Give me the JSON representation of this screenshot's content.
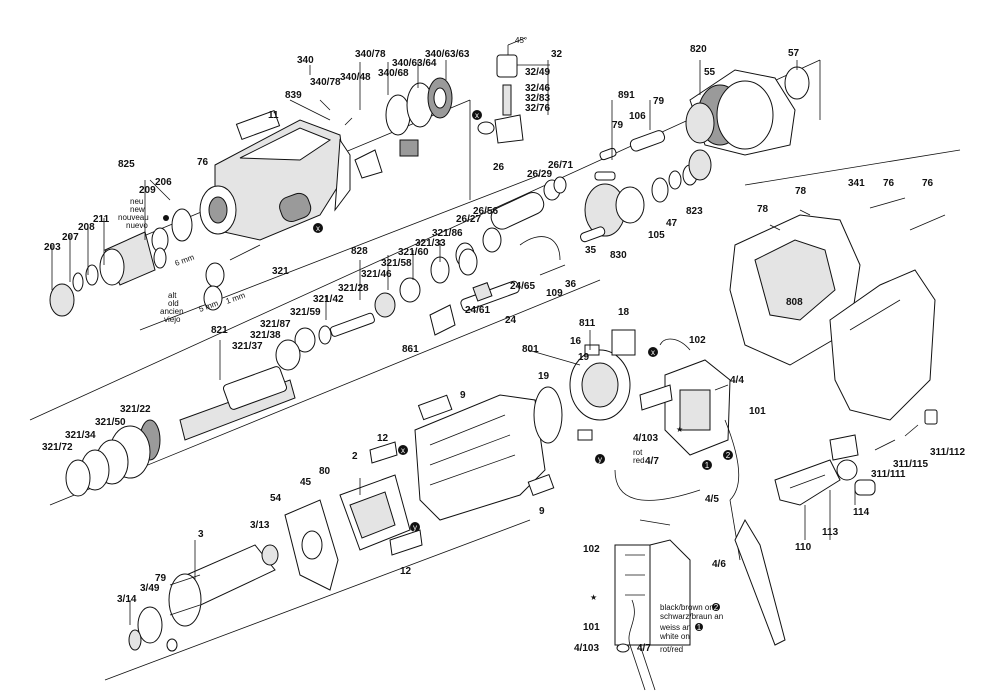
{
  "labels": {
    "l340": "340",
    "l340_78a": "340/78",
    "l340_78b": "340/78",
    "l340_48": "340/48",
    "l340_68": "340/68",
    "l340_63_64": "340/63/64",
    "l340_63_63": "340/63/63",
    "l839": "839",
    "l11": "11",
    "l76a": "76",
    "l825": "825",
    "l209": "209",
    "l206": "206",
    "l203": "203",
    "l207": "207",
    "l208": "208",
    "l211": "211",
    "l32": "32",
    "l32_49": "32/49",
    "l32_46": "32/46",
    "l32_83": "32/83",
    "l32_76": "32/76",
    "l26": "26",
    "l26_29": "26/29",
    "l26_71": "26/71",
    "l26_56": "26/56",
    "l26_27": "26/27",
    "l891": "891",
    "l79a": "79",
    "l79b": "79",
    "l106": "106",
    "l820": "820",
    "l57": "57",
    "l55": "55",
    "l47": "47",
    "l823": "823",
    "l105": "105",
    "l35": "35",
    "l830": "830",
    "l828": "828",
    "l321_86": "321/86",
    "l321_33": "321/33",
    "l321_60": "321/60",
    "l321_58": "321/58",
    "l321_46": "321/46",
    "l321_28": "321/28",
    "l321_42": "321/42",
    "l321_59": "321/59",
    "l321": "321",
    "l36": "36",
    "l109": "109",
    "l24_65": "24/65",
    "l24_61": "24/61",
    "l24": "24",
    "l861": "861",
    "l821": "821",
    "l321_87": "321/87",
    "l321_38": "321/38",
    "l321_37": "321/37",
    "l321_22": "321/22",
    "l321_50": "321/50",
    "l321_34": "321/34",
    "l321_72": "321/72",
    "l801": "801",
    "l811": "811",
    "l16": "16",
    "l18": "18",
    "l19a": "19",
    "l19b": "19",
    "l102a": "102",
    "l9a": "9",
    "l9b": "9",
    "l4_4": "4/4",
    "l101a": "101",
    "l4_103a": "4/103",
    "l4_7a": "4/7",
    "l4_5": "4/5",
    "l4_6": "4/6",
    "l12a": "12",
    "l12b": "12",
    "l2": "2",
    "l80": "80",
    "l45": "45",
    "l54": "54",
    "l3": "3",
    "l3_13": "3/13",
    "l3_49": "3/49",
    "l3_14": "3/14",
    "l79c": "79",
    "l341": "341",
    "l76b": "76",
    "l76c": "76",
    "l78a": "78",
    "l78b": "78",
    "l808": "808",
    "l311_112": "311/112",
    "l311_115": "311/115",
    "l311_111": "311/111",
    "l113": "113",
    "l114": "114",
    "l110": "110",
    "l102b": "102",
    "l101b": "101",
    "l4_103b": "4/103",
    "l4_7b": "4/7"
  },
  "notes": {
    "angle": "45°",
    "new_variants": [
      "neu",
      "new",
      "nouveau",
      "nuevo"
    ],
    "old_variants": [
      "alt",
      "old",
      "ancien",
      "viejo"
    ],
    "size_6mm": "6 mm",
    "size_5mm": "5 mm",
    "size_1mm": "1 mm",
    "rot_red_top": "rot",
    "rot_red_bottom": "red",
    "rot_red_inline": "rot/red",
    "wire_black": "black/brown on",
    "wire_black_de": "schwarz/braun an",
    "wire_white_de": "weiss an",
    "wire_white": "white on",
    "marker_x": "x",
    "marker_y": "y",
    "marker_1": "1",
    "marker_2": "2",
    "star": "★"
  }
}
